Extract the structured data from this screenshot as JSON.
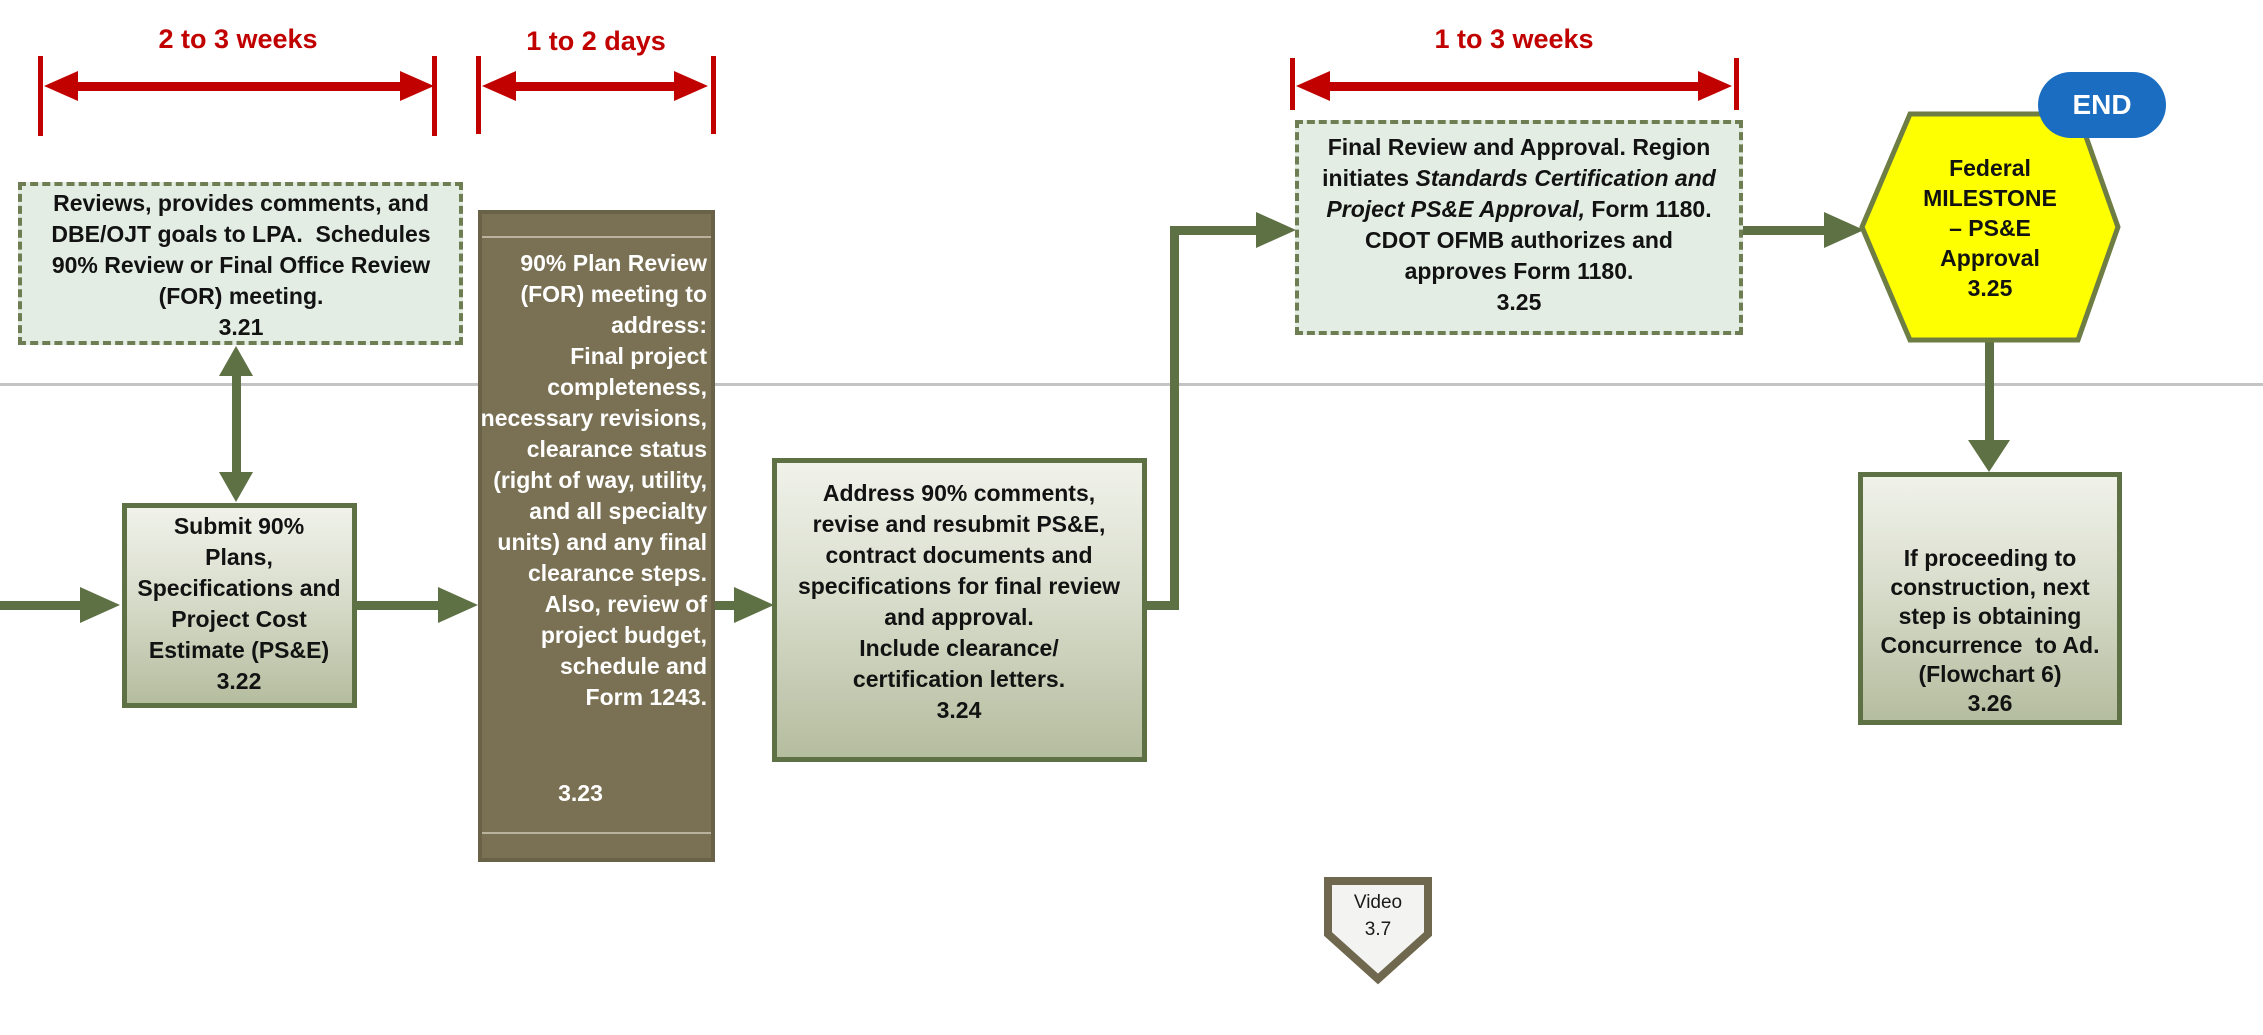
{
  "palette": {
    "olive_connector": "#5e7144",
    "dashed_border": "#6e7e52",
    "mint_fill": "#e3ede4",
    "process_gradient_top": "#f0f2ea",
    "process_gradient_bottom": "#b5bd9f",
    "brown_fill": "#7a7154",
    "brown_border": "#696249",
    "red_timeline": "#c10000",
    "milestone_yellow": "#feff00",
    "end_blue": "#1a6dc0",
    "divider_gray": "#c4c4c4"
  },
  "timelines": [
    {
      "label": "2 to 3 weeks"
    },
    {
      "label": "1 to 2 days"
    },
    {
      "label": "1 to 3 weeks"
    }
  ],
  "nodes": {
    "box321": {
      "text": "Reviews, provides comments, and\nDBE/OJT goals to LPA.  Schedules\n90% Review or Final Office Review\n(FOR) meeting.",
      "id": "3.21"
    },
    "box322": {
      "text": "Submit 90%\nPlans,\nSpecifications and\nProject Cost\nEstimate (PS&E)",
      "id": "3.22"
    },
    "box323": {
      "text": "90% Plan Review\n(FOR) meeting to\naddress:\nFinal project\ncompleteness,\nnecessary revisions,\nclearance status\n(right of way, utility,\nand all specialty\nunits) and any final\nclearance steps.\nAlso, review of\nproject budget,\nschedule and\nForm 1243.",
      "id": "3.23"
    },
    "box324": {
      "text": "Address 90% comments,\nrevise and resubmit PS&E,\ncontract documents and\nspecifications for final review\nand approval.\nInclude clearance/\ncertification letters.",
      "id": "3.24"
    },
    "box325": {
      "pre": "Final Review and Approval. Region\ninitiates ",
      "italic": "Standards Certification and\nProject PS&E Approval,",
      "post": " Form 1180.\nCDOT OFMB authorizes and\napproves Form 1180.",
      "id": "3.25"
    },
    "milestone": {
      "text": "Federal\nMILESTONE\n– PS&E\nApproval",
      "id": "3.25"
    },
    "box326": {
      "text": "If proceeding to\nconstruction, next\nstep is obtaining\nConcurrence  to Ad.\n(Flowchart 6)",
      "id": "3.26"
    }
  },
  "end_badge": {
    "label": "END"
  },
  "video_marker": {
    "label": "Video",
    "id": "3.7"
  }
}
